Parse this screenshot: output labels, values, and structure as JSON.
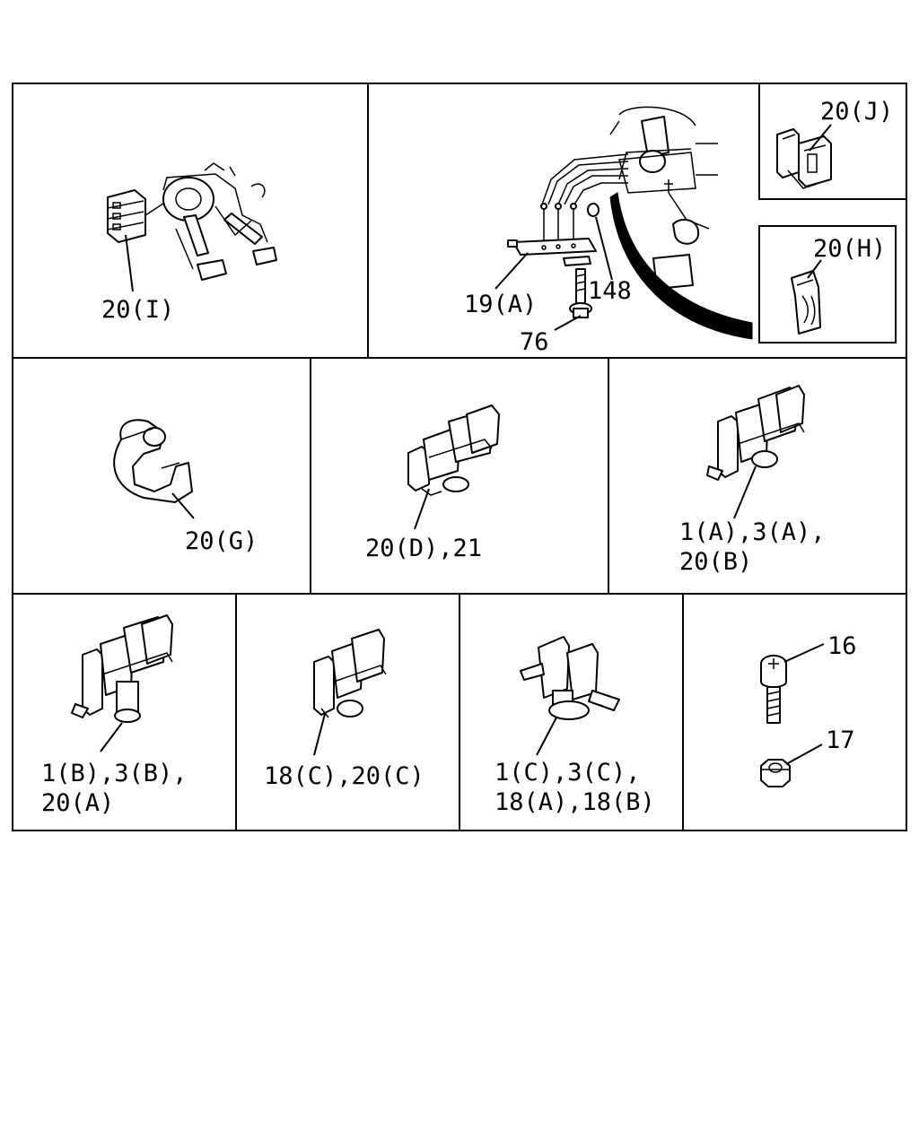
{
  "callouts": {
    "p20i": "20(I)",
    "p19a": "19(A)",
    "p148": "148",
    "p76": "76",
    "p20j": "20(J)",
    "p20h": "20(H)",
    "p20g": "20(G)",
    "p20d_1": "20(D),21",
    "p1a_1": "1(A),3(A),",
    "p1a_2": "20(B)",
    "p1b_1": "1(B),3(B),",
    "p1b_2": "20(A)",
    "p18c_1": "18(C),20(C)",
    "p1c_1": "1(C),3(C),",
    "p1c_2": "18(A),18(B)",
    "p16": "16",
    "p17": "17"
  }
}
